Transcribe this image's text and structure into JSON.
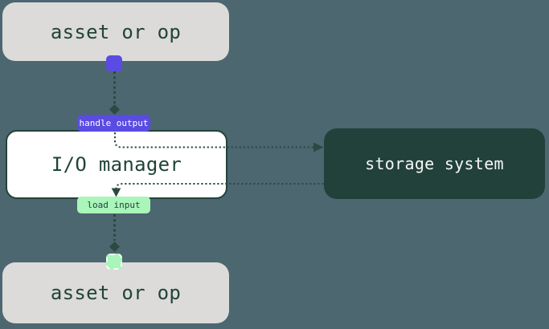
{
  "nodes": {
    "asset_top": {
      "label": "asset or op"
    },
    "io_manager": {
      "label": "I/O manager"
    },
    "storage": {
      "label": "storage system"
    },
    "asset_bottom": {
      "label": "asset or op"
    }
  },
  "edges": {
    "handle_output": {
      "label": "handle output"
    },
    "load_input": {
      "label": "load input"
    }
  },
  "colors": {
    "background": "#4c6770",
    "asset_box": "#dcdbd9",
    "dark_green": "#21433a",
    "purple": "#5a4be2",
    "mint": "#a9f5ba",
    "storage_box": "#21413a",
    "io_box": "#ffffff",
    "connector": "#2b4a42",
    "white_text": "#f7f7f5"
  }
}
